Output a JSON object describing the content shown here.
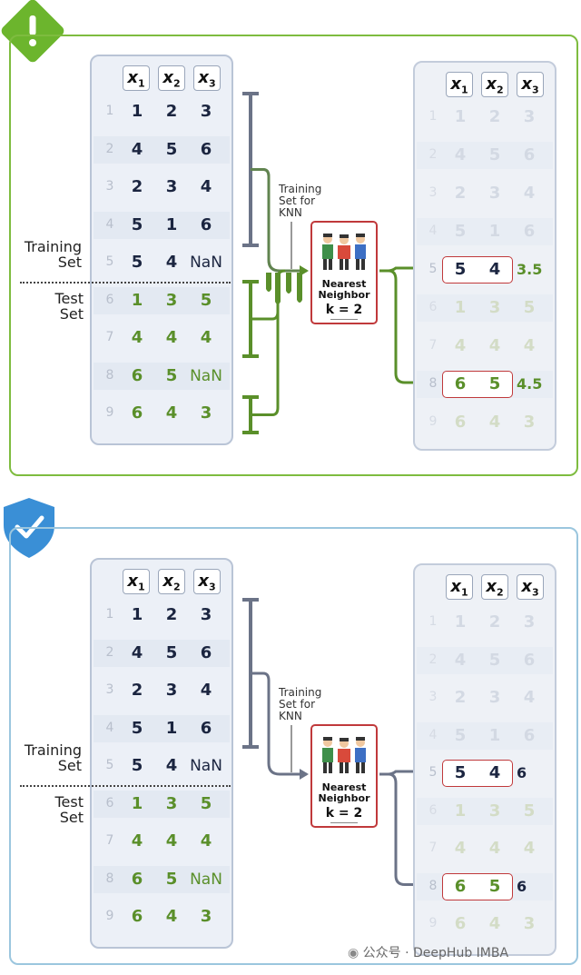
{
  "colors": {
    "green": "#5a8f2a",
    "gray_arrow": "#6b7387",
    "navy": "#1b2540"
  },
  "panels": [
    {
      "id": "top",
      "badge_icon": "warning-icon",
      "headers": [
        {
          "base": "x",
          "sub": "1"
        },
        {
          "base": "x",
          "sub": "2"
        },
        {
          "base": "x",
          "sub": "3"
        }
      ],
      "rows": [
        {
          "n": "1",
          "vals": [
            "1",
            "2",
            "3"
          ],
          "group": "train"
        },
        {
          "n": "2",
          "vals": [
            "4",
            "5",
            "6"
          ],
          "group": "train"
        },
        {
          "n": "3",
          "vals": [
            "2",
            "3",
            "4"
          ],
          "group": "train"
        },
        {
          "n": "4",
          "vals": [
            "5",
            "1",
            "6"
          ],
          "group": "train"
        },
        {
          "n": "5",
          "vals": [
            "5",
            "4",
            "NaN"
          ],
          "group": "train"
        },
        {
          "n": "6",
          "vals": [
            "1",
            "3",
            "5"
          ],
          "group": "test"
        },
        {
          "n": "7",
          "vals": [
            "4",
            "4",
            "4"
          ],
          "group": "test"
        },
        {
          "n": "8",
          "vals": [
            "6",
            "5",
            "NaN"
          ],
          "group": "test"
        },
        {
          "n": "9",
          "vals": [
            "6",
            "4",
            "3"
          ],
          "group": "test"
        }
      ],
      "training_label": "Training\nSet",
      "test_label": "Test\nSet",
      "knn_label": "Training\nSet for\nKNN",
      "card_title": "Nearest\nNeighbor",
      "card_k": "k = 2",
      "right_rows": [
        {
          "n": "1",
          "vals": [
            "1",
            "2",
            "3"
          ]
        },
        {
          "n": "2",
          "vals": [
            "4",
            "5",
            "6"
          ]
        },
        {
          "n": "3",
          "vals": [
            "2",
            "3",
            "4"
          ]
        },
        {
          "n": "4",
          "vals": [
            "5",
            "1",
            "6"
          ]
        },
        {
          "n": "5",
          "vals": [
            "5",
            "4"
          ],
          "imputed": "3.5"
        },
        {
          "n": "6",
          "vals": [
            "1",
            "3",
            "5"
          ]
        },
        {
          "n": "7",
          "vals": [
            "4",
            "4",
            "4"
          ]
        },
        {
          "n": "8",
          "vals": [
            "6",
            "5"
          ],
          "imputed": "4.5"
        },
        {
          "n": "9",
          "vals": [
            "6",
            "4",
            "3"
          ]
        }
      ]
    },
    {
      "id": "bottom",
      "badge_icon": "check-shield-icon",
      "headers": [
        {
          "base": "x",
          "sub": "1"
        },
        {
          "base": "x",
          "sub": "2"
        },
        {
          "base": "x",
          "sub": "3"
        }
      ],
      "rows": [
        {
          "n": "1",
          "vals": [
            "1",
            "2",
            "3"
          ],
          "group": "train"
        },
        {
          "n": "2",
          "vals": [
            "4",
            "5",
            "6"
          ],
          "group": "train"
        },
        {
          "n": "3",
          "vals": [
            "2",
            "3",
            "4"
          ],
          "group": "train"
        },
        {
          "n": "4",
          "vals": [
            "5",
            "1",
            "6"
          ],
          "group": "train"
        },
        {
          "n": "5",
          "vals": [
            "5",
            "4",
            "NaN"
          ],
          "group": "train"
        },
        {
          "n": "6",
          "vals": [
            "1",
            "3",
            "5"
          ],
          "group": "test"
        },
        {
          "n": "7",
          "vals": [
            "4",
            "4",
            "4"
          ],
          "group": "test"
        },
        {
          "n": "8",
          "vals": [
            "6",
            "5",
            "NaN"
          ],
          "group": "test"
        },
        {
          "n": "9",
          "vals": [
            "6",
            "4",
            "3"
          ],
          "group": "test"
        }
      ],
      "training_label": "Training\nSet",
      "test_label": "Test\nSet",
      "knn_label": "Training\nSet for\nKNN",
      "card_title": "Nearest\nNeighbor",
      "card_k": "k = 2",
      "right_rows": [
        {
          "n": "1",
          "vals": [
            "1",
            "2",
            "3"
          ]
        },
        {
          "n": "2",
          "vals": [
            "4",
            "5",
            "6"
          ]
        },
        {
          "n": "3",
          "vals": [
            "2",
            "3",
            "4"
          ]
        },
        {
          "n": "4",
          "vals": [
            "5",
            "1",
            "6"
          ]
        },
        {
          "n": "5",
          "vals": [
            "5",
            "4"
          ],
          "imputed": "6"
        },
        {
          "n": "6",
          "vals": [
            "1",
            "3",
            "5"
          ]
        },
        {
          "n": "7",
          "vals": [
            "4",
            "4",
            "4"
          ]
        },
        {
          "n": "8",
          "vals": [
            "6",
            "5"
          ],
          "imputed": "6"
        },
        {
          "n": "9",
          "vals": [
            "6",
            "4",
            "3"
          ]
        }
      ]
    }
  ],
  "watermark": "公众号 · DeepHub IMBA"
}
